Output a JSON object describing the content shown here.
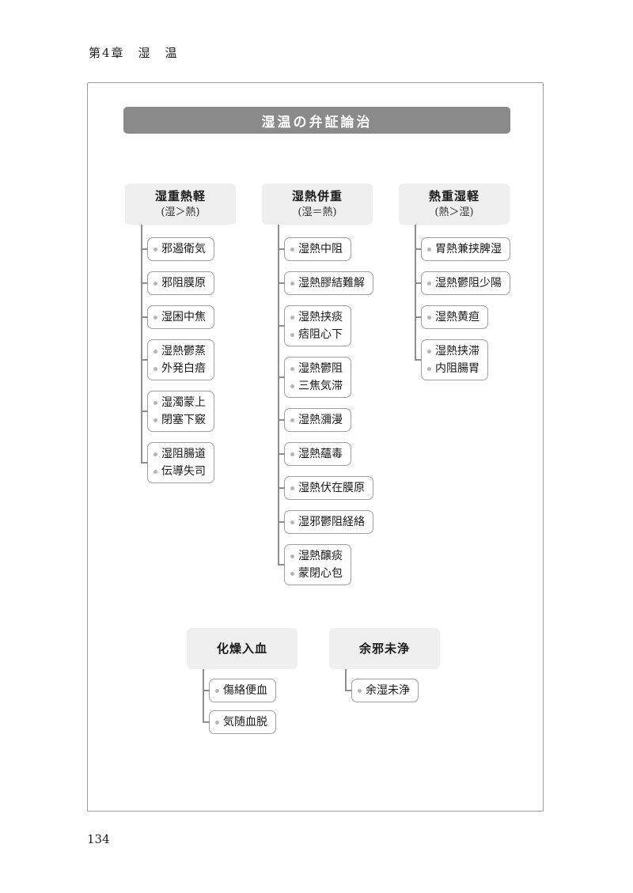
{
  "page": {
    "chapter_label": "第4章　湿　温",
    "page_number": "134"
  },
  "diagram": {
    "title": "湿温の弁証論治",
    "columns": [
      {
        "header": "湿重熱軽",
        "subheader": "(湿＞熱)",
        "items": [
          {
            "lines": [
              "邪遏衛気"
            ]
          },
          {
            "lines": [
              "邪阻膜原"
            ]
          },
          {
            "lines": [
              "湿困中焦"
            ]
          },
          {
            "lines": [
              "湿熱鬱蒸",
              "外発白㾦"
            ]
          },
          {
            "lines": [
              "湿濁蒙上",
              "閉塞下竅"
            ]
          },
          {
            "lines": [
              "湿阻腸道",
              "伝導失司"
            ]
          }
        ]
      },
      {
        "header": "湿熱併重",
        "subheader": "(湿＝熱)",
        "items": [
          {
            "lines": [
              "湿熱中阻"
            ]
          },
          {
            "lines": [
              "湿熱膠結難解"
            ]
          },
          {
            "lines": [
              "湿熱挟痰",
              "痞阻心下"
            ]
          },
          {
            "lines": [
              "湿熱鬱阻",
              "三焦気滞"
            ]
          },
          {
            "lines": [
              "湿熱瀰漫"
            ]
          },
          {
            "lines": [
              "湿熱蘊毒"
            ]
          },
          {
            "lines": [
              "湿熱伏在膜原"
            ]
          },
          {
            "lines": [
              "湿邪鬱阻経絡"
            ]
          },
          {
            "lines": [
              "湿熱醸痰",
              "蒙閉心包"
            ]
          }
        ]
      },
      {
        "header": "熱重湿軽",
        "subheader": "(熱＞湿)",
        "items": [
          {
            "lines": [
              "胃熱兼挟脾湿"
            ]
          },
          {
            "lines": [
              "湿熱鬱阻少陽"
            ]
          },
          {
            "lines": [
              "湿熱黄疸"
            ]
          },
          {
            "lines": [
              "湿熱挟滞",
              "内阻腸胃"
            ]
          }
        ]
      }
    ],
    "bottom_groups": [
      {
        "header": "化燥入血",
        "items": [
          {
            "lines": [
              "傷絡便血"
            ]
          },
          {
            "lines": [
              "気随血脱"
            ]
          }
        ]
      },
      {
        "header": "余邪未浄",
        "items": [
          {
            "lines": [
              "余湿未浄"
            ]
          }
        ]
      }
    ],
    "colors": {
      "title_bar_bg": "#8a8a8a",
      "header_box_bg": "#efefef",
      "box_border": "#9f9f9f",
      "connector_line": "#8f8f8f",
      "bullet": "#b5b5b5"
    }
  }
}
